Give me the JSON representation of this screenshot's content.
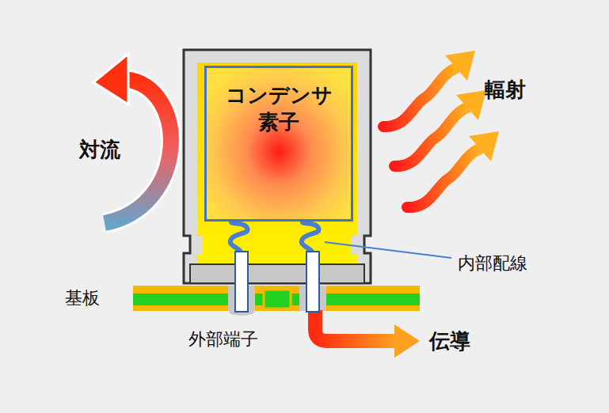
{
  "diagram": {
    "nodes": [
      {
        "text": [
          "コンデンサ素子"
        ]
      }
    ],
    "labels": [
      "対流",
      "輻射",
      "内部配線",
      "基板",
      "外部端子",
      "伝導"
    ]
  }
}
